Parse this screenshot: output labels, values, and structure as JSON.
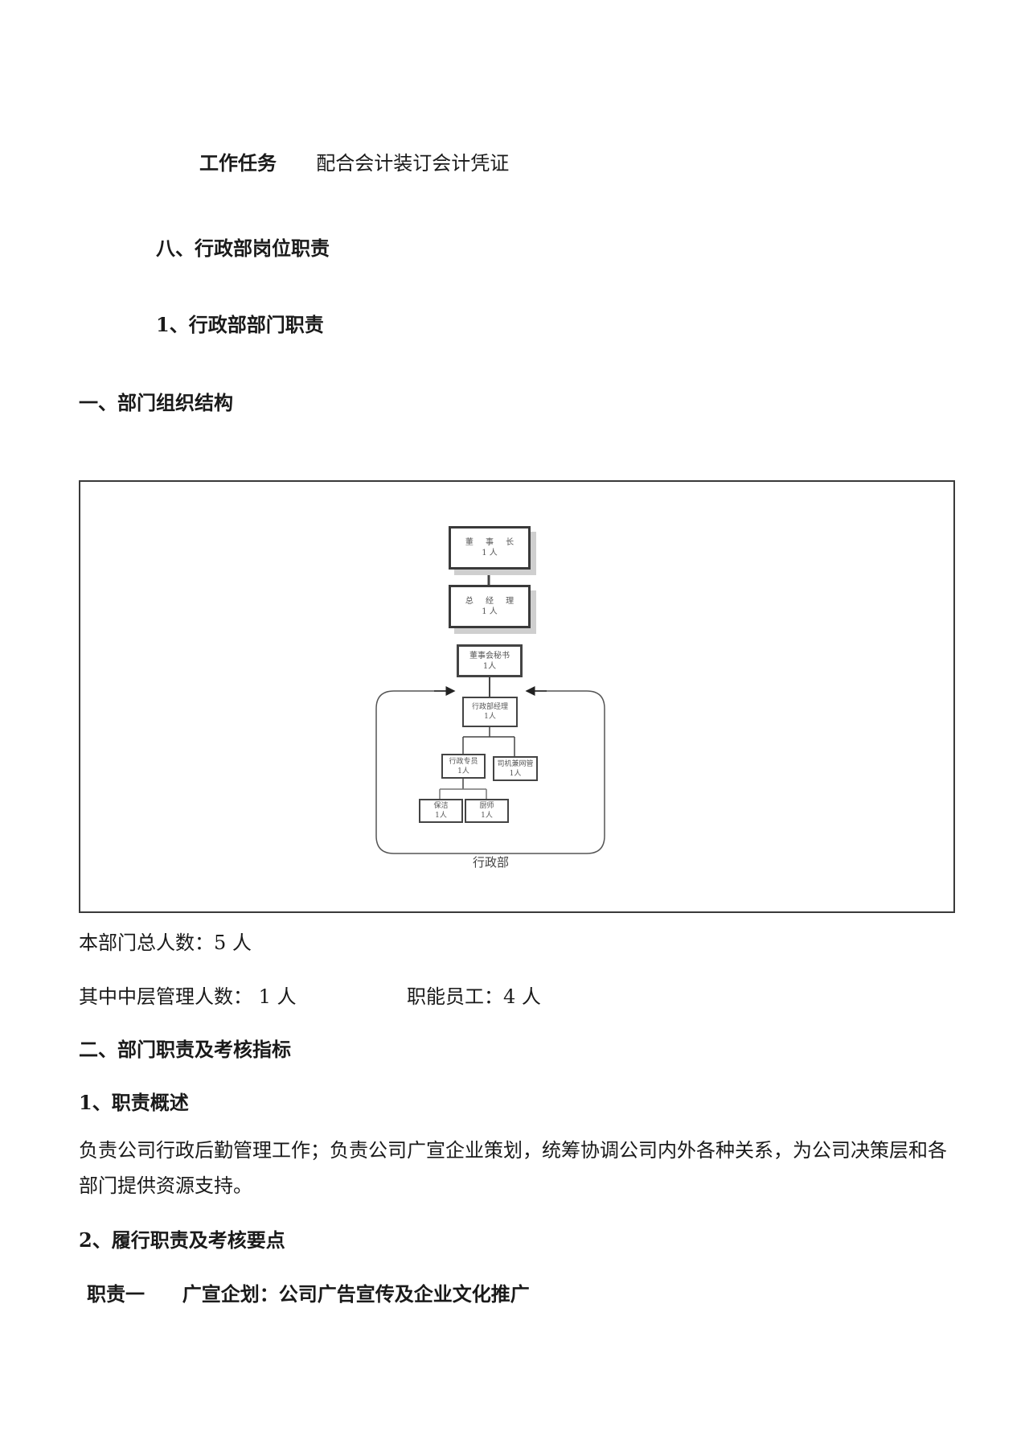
{
  "document": {
    "task_line": {
      "label": "工作任务",
      "value": "配合会计装订会计凭证"
    },
    "section_8_title": "八、行政部岗位职责",
    "subsection_1_title": "1、行政部部门职责",
    "part1_title": "一、部门组织结构",
    "org_chart": {
      "nodes": [
        {
          "id": "chairman",
          "title": "董 事 长",
          "count": "1 人"
        },
        {
          "id": "general-manager",
          "title": "总 经 理",
          "count": "1 人"
        },
        {
          "id": "board-secretary",
          "title": "董事会秘书",
          "count": "1人"
        },
        {
          "id": "admin-manager",
          "title": "行政部经理",
          "count": "1人"
        },
        {
          "id": "admin-specialist",
          "title": "行政专员",
          "count": "1人"
        },
        {
          "id": "driver-network",
          "title": "司机兼网管",
          "count": "1人"
        },
        {
          "id": "cleaner",
          "title": "保洁",
          "count": "1人"
        },
        {
          "id": "chef",
          "title": "厨师",
          "count": "1人"
        }
      ],
      "department_label": "行政部"
    },
    "headcount_total": "本部门总人数：5 人",
    "headcount_mid_mgmt": "其中中层管理人数：  1 人",
    "headcount_staff": "职能员工：4 人",
    "part2_title": "二、部门职责及考核指标",
    "sub1_title": "1、职责概述",
    "sub1_body": "负责公司行政后勤管理工作；负责公司广宣企业策划，统筹协调公司内外各种关系，为公司决策层和各部门提供资源支持。",
    "sub2_title": "2、履行职责及考核要点",
    "duty1": {
      "label": "职责一",
      "value": "广宣企划：公司广告宣传及企业文化推广"
    }
  }
}
